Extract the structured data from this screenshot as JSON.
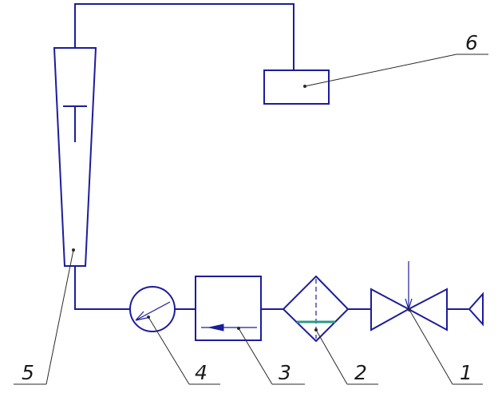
{
  "diagram": {
    "colors": {
      "line": "#1c1c9c",
      "leader": "#2a2a2a",
      "filter_element": "#2a9a8a",
      "background": "#ffffff"
    },
    "callouts": [
      {
        "id": "1",
        "label": "1"
      },
      {
        "id": "2",
        "label": "2"
      },
      {
        "id": "3",
        "label": "3"
      },
      {
        "id": "4",
        "label": "4"
      },
      {
        "id": "5",
        "label": "5"
      },
      {
        "id": "6",
        "label": "6"
      }
    ]
  }
}
